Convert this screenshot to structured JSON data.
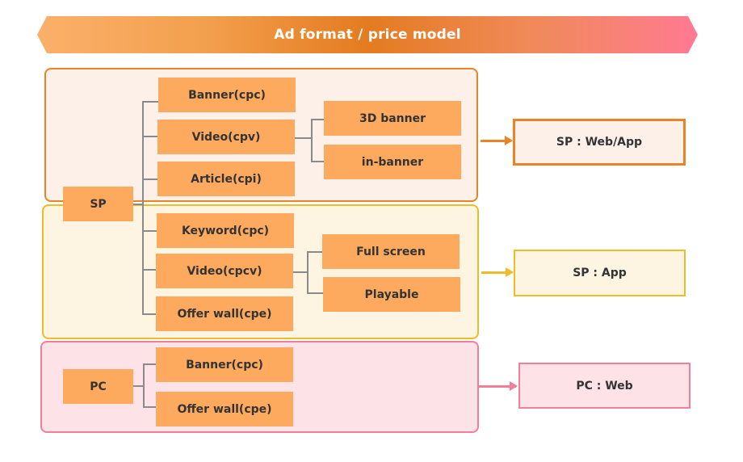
{
  "title": "Ad format / price model",
  "groups": {
    "sp_web_app": {
      "root": "SP",
      "items": [
        "Banner(cpc)",
        "Video(cpv)",
        "Article(cpi)"
      ],
      "sub_items": [
        "3D banner",
        "in-banner"
      ],
      "target": "SP : Web/App",
      "color": "#e98325"
    },
    "sp_app": {
      "items": [
        "Keyword(cpc)",
        "Video(cpcv)",
        "Offer wall(cpe)"
      ],
      "sub_items": [
        "Full screen",
        "Playable"
      ],
      "target": "SP : App",
      "color": "#eebc26"
    },
    "pc_web": {
      "root": "PC",
      "items": [
        "Banner(cpc)",
        "Offer wall(cpe)"
      ],
      "target": "PC : Web",
      "color": "#f27f98"
    }
  }
}
